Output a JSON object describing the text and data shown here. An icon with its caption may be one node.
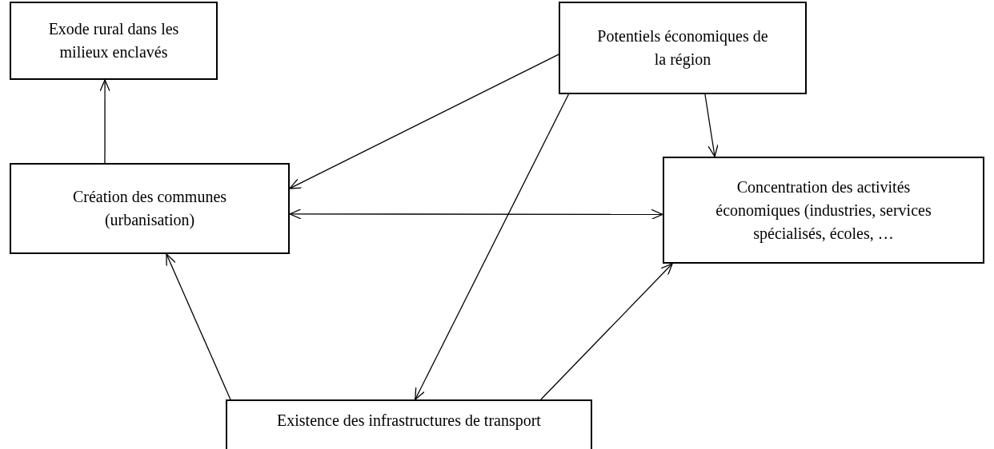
{
  "diagram": {
    "nodes": [
      {
        "text": [
          "Exode rural dans les milieux enclavés"
        ]
      },
      {
        "text": [
          "Potentiels économiques de la région"
        ]
      },
      {
        "text": [
          "Création des communes (urbanisation)"
        ]
      },
      {
        "text": [
          "Concentration des activités économiques (industries, services spécialisés, écoles, …"
        ]
      },
      {
        "text": [
          "Existence des infrastructures de transport"
        ]
      }
    ],
    "edges": [
      {
        "from": 2,
        "to": 0,
        "arrow": "to"
      },
      {
        "from": 1,
        "to": 2,
        "arrow": "to"
      },
      {
        "from": 1,
        "to": 4,
        "arrow": "to"
      },
      {
        "from": 1,
        "to": 3,
        "arrow": "to"
      },
      {
        "from": 2,
        "to": 3,
        "arrow": "both"
      },
      {
        "from": 4,
        "to": 2,
        "arrow": "to"
      },
      {
        "from": 4,
        "to": 3,
        "arrow": "to"
      }
    ]
  }
}
